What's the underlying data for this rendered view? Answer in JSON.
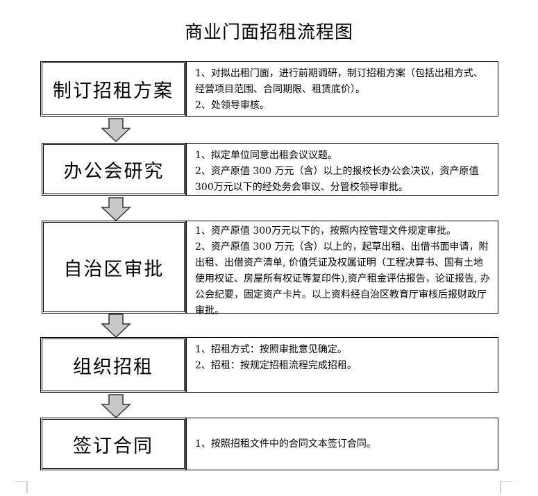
{
  "title": "商业门面招租流程图",
  "steps": [
    {
      "label": "制订招租方案",
      "lines": [
        "1、对拟出租门面，进行前期调研，制订招租方案（包括出租方式、经营项目范围、合同期限、租赁底价）。",
        "2、处领导审核。"
      ]
    },
    {
      "label": "办公会研究",
      "lines": [
        "1、拟定单位同意出租会议议题。",
        "2、资产原值 300 万元（含）以上的报校长办公会决议，资产原值 300万元以下的经处务会审议、分管校领导审批。"
      ]
    },
    {
      "label": "自治区审批",
      "lines": [
        "1、资产原值 300万元以下的，按照内控管理文件规定审批。",
        "2、资产原值 300 万元（含）以上的，起草出租、出借书面申请，附出租、出借资产清单, 价值凭证及权属证明（工程决算书、国有土地使用权证、房屋所有权证等复印件),资产租金评估报告，论证报告, 办公会纪要，固定资产卡片。以上资料经自治区教育厅审核后报财政厅审批。"
      ]
    },
    {
      "label": "组织招租",
      "lines": [
        "1、招租方式：按照审批意见确定。",
        "2、招租：按规定招租流程完成招租。"
      ]
    },
    {
      "label": "签订合同",
      "lines": [
        "1、按照招租文件中的合同文本签订合同。"
      ]
    }
  ]
}
